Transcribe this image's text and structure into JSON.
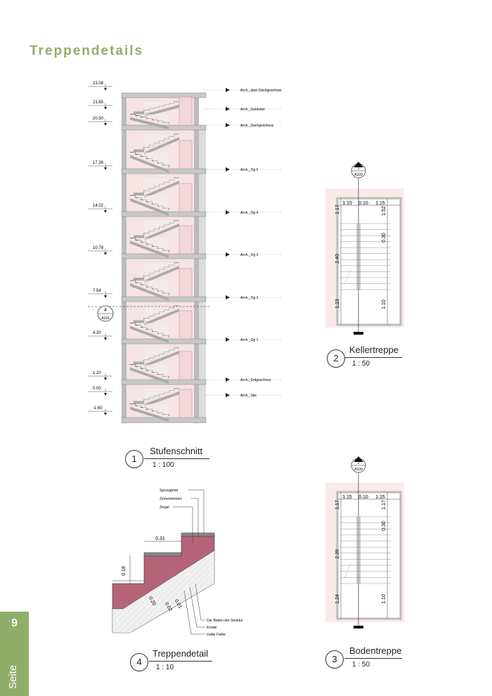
{
  "page": {
    "title": "Treppendetails",
    "side_word": "Seite",
    "page_number": "9"
  },
  "section": {
    "elevations": [
      {
        "value": "23.08",
        "label": "Arch._über Dachgeschoss"
      },
      {
        "value": "21.65",
        "label": "Arch._Geländer"
      },
      {
        "value": "20.50",
        "label": "Arch._Dachgeschoss"
      },
      {
        "value": "17.26",
        "label": "Arch._Og 5"
      },
      {
        "value": "14.02",
        "label": "Arch._Og 4"
      },
      {
        "value": "10.78",
        "label": "Arch._Og 3"
      },
      {
        "value": "7.54",
        "label": "Arch._Og 2"
      },
      {
        "value": "4.30",
        "label": "Arch._Og 1"
      },
      {
        "value": "1.20",
        "label": "Arch._Erdgeschoss"
      },
      {
        "value": "0.00",
        "label": "Arch._Site"
      },
      {
        "value": "-1.60",
        "label": ""
      }
    ],
    "callout": {
      "number": "4",
      "sheet": "A115"
    }
  },
  "views": {
    "stufenschnitt": {
      "number": "1",
      "name": "Stufenschnitt",
      "scale": "1 : 100"
    },
    "kellertreppe": {
      "number": "2",
      "name": "Kellertreppe",
      "scale": "1 : 50"
    },
    "bodentreppe": {
      "number": "3",
      "name": "Bodentreppe",
      "scale": "1 : 50"
    },
    "treppendetail": {
      "number": "4",
      "name": "Treppendetail",
      "scale": "1 : 10"
    }
  },
  "keller": {
    "marker": {
      "number": "1",
      "sheet": "A109"
    },
    "dims": {
      "top_left": "1.15",
      "top_mid": "0.10",
      "top_right": "1.15",
      "left_top": "1.17",
      "left_mid": "2.40",
      "left_bot": "1.23",
      "right_top": "1.52",
      "right_mid": "0.30",
      "right_bot": "1.10"
    }
  },
  "boden": {
    "marker": {
      "number": "1",
      "sheet": "A109"
    },
    "dims": {
      "top_left": "1.15",
      "top_mid": "0.10",
      "top_right": "1.15",
      "left_top": "1.17",
      "left_mid": "2.39",
      "left_bot": "1.24",
      "right_top": "1.17",
      "right_mid": "0.30",
      "right_bot": "1.10"
    }
  },
  "detail": {
    "layers_top": [
      "Sprungbrett",
      "Zementmörtel",
      "Ziegel"
    ],
    "layers_bottom": [
      "Der Boden der Struktur",
      "Kreide",
      "matte Farbe"
    ],
    "dims": {
      "tread": "0.31",
      "riser": "0.18",
      "slab": "0.20",
      "d1": "0.02",
      "d2": "0.01"
    }
  },
  "colors": {
    "accent": "#8fae6a",
    "pink": "#f2dede",
    "brick": "#b5647a",
    "wall": "#b0b0b0"
  }
}
